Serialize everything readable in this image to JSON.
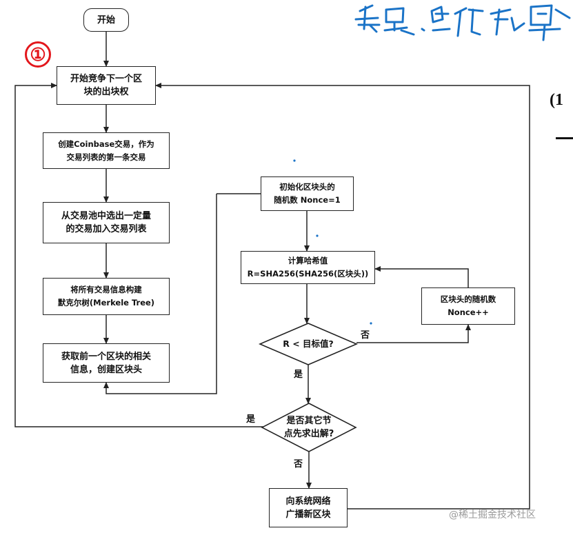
{
  "nodes": {
    "start": "开始",
    "compete": [
      "开始竞争下一个区",
      "块的出块权"
    ],
    "coinbase": [
      "创建Coinbase交易，作为",
      "交易列表的第一条交易"
    ],
    "select_tx": [
      "从交易池中选出一定量",
      "的交易加入交易列表"
    ],
    "merkle": [
      "将所有交易信息构建",
      "默克尔树(Merkele Tree)"
    ],
    "prev_block": [
      "获取前一个区块的相关",
      "信息，创建区块头"
    ],
    "init_nonce": [
      "初始化区块头的",
      "随机数 Nonce=1"
    ],
    "hash": [
      "计算哈希值",
      "R=SHA256(SHA256(区块头))"
    ],
    "nonce_inc": [
      "区块头的随机数",
      "Nonce++"
    ],
    "check_target": "R < 目标值?",
    "check_other": [
      "是否其它节",
      "点先求出解?"
    ],
    "broadcast": [
      "向系统网络",
      "广播新区块"
    ]
  },
  "edge_labels": {
    "target_no": "否",
    "target_yes": "是",
    "other_yes": "是",
    "other_no": "否"
  },
  "step_marker": "①",
  "side_text": "(1",
  "watermark": "@稀土掘金技术社区",
  "colors": {
    "line": "#222222",
    "marker": "#e3171c",
    "handwriting": "#1a73c7"
  }
}
